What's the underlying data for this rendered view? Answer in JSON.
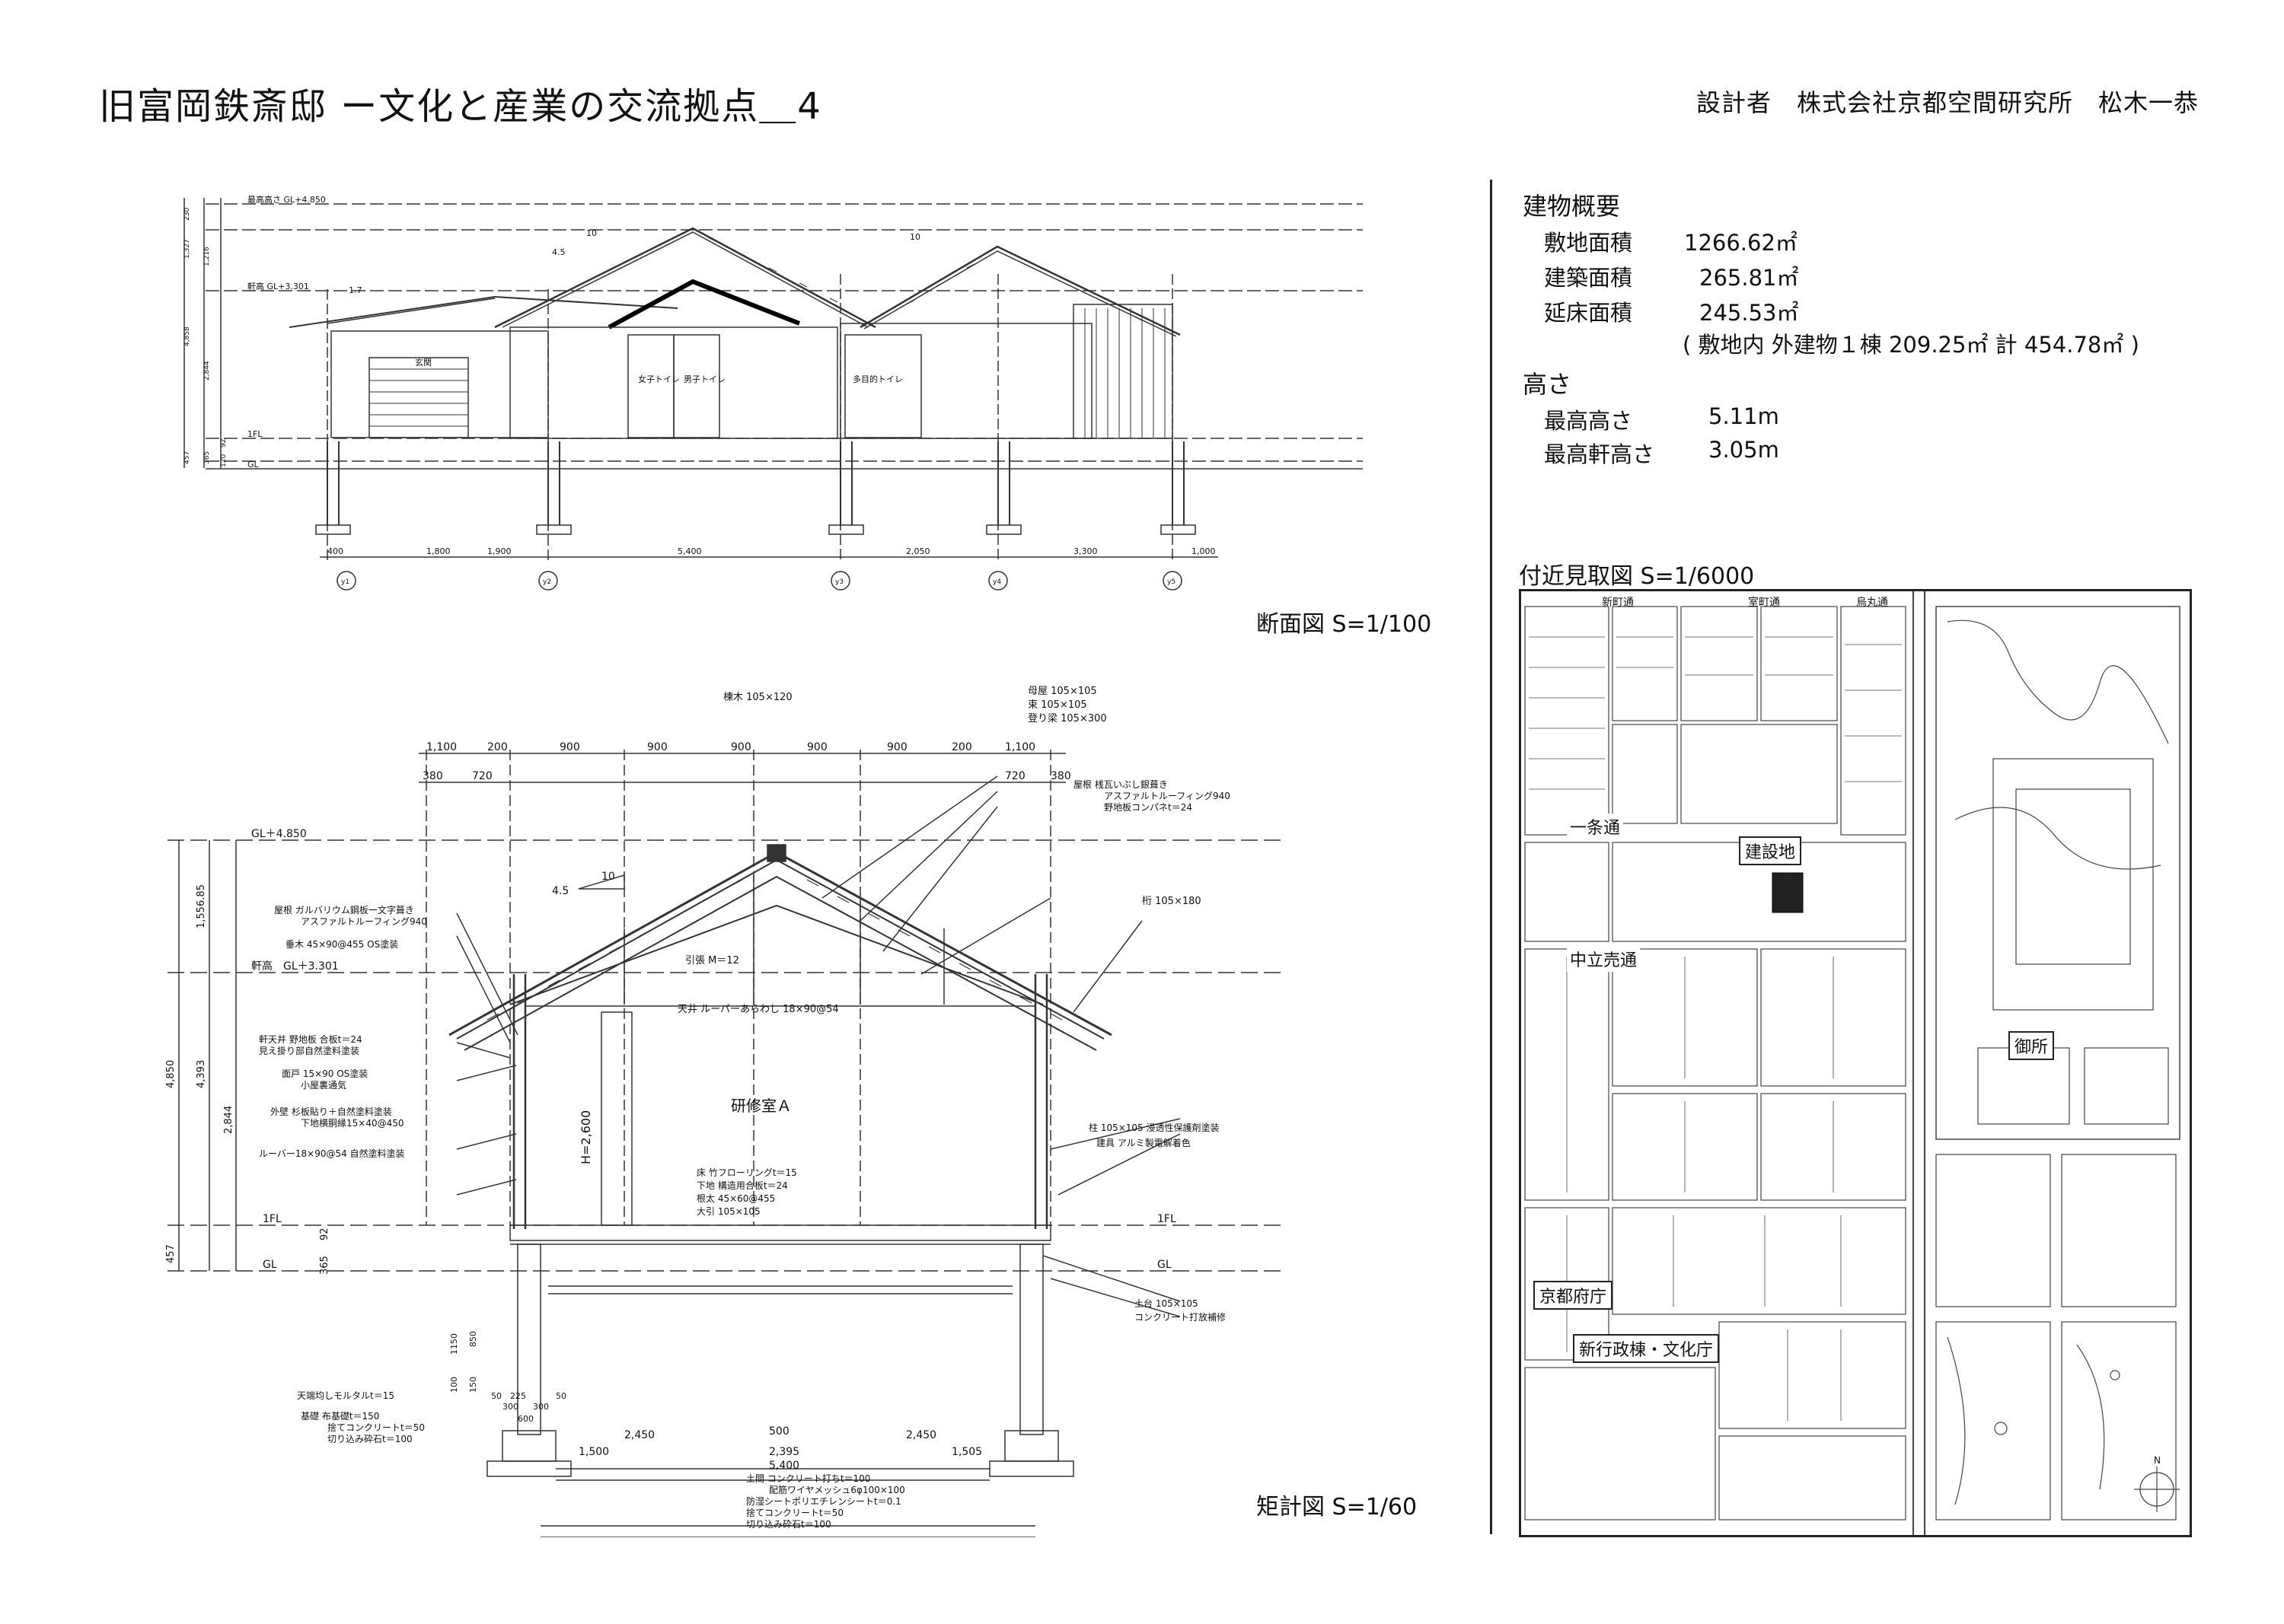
{
  "header": {
    "title": "旧富岡鉄斎邸 ー文化と産業の交流拠点＿4",
    "designer": "設計者　株式会社京都空間研究所　松木一恭"
  },
  "section_drawing": {
    "caption": "断面図  S=1/100",
    "level_labels": [
      "最高高さ GL+4.850",
      "軒高 GL+3.301",
      "1FL",
      "GL"
    ],
    "room_labels": [
      "玄関",
      "女子トイレ",
      "男子トイレ",
      "多目的トイレ"
    ],
    "slopes": [
      "10",
      "4.5",
      "10",
      "1.7"
    ],
    "vertical_dims": [
      "230",
      "1,327",
      "1,216",
      "4,858",
      "2,844",
      "457",
      "92",
      "365",
      "120"
    ],
    "horizontal_dims": [
      "400",
      "1,800",
      "1,900",
      "5,400",
      "2,050",
      "3,300",
      "1,000"
    ],
    "grid_labels": [
      "y1",
      "y2",
      "y3",
      "y4",
      "y5"
    ]
  },
  "detail_drawing": {
    "caption": "矩計図  S=1/60",
    "room_label": "研修室Ａ",
    "top_dims_row1": [
      "1,100",
      "200",
      "900",
      "900",
      "900",
      "900",
      "900",
      "200",
      "1,100"
    ],
    "top_dims_row2_left": [
      "380",
      "720"
    ],
    "top_dims_row2_right": [
      "720",
      "380"
    ],
    "level_labels": [
      "GL＋4.850",
      "軒高　GL＋3.301",
      "1FL",
      "GL"
    ],
    "vertical_dims": [
      "1,556.85",
      "4,850",
      "4,393",
      "2,844",
      "457",
      "92",
      "365"
    ],
    "slope": [
      "10",
      "4.5"
    ],
    "opening_height": "H=2,600",
    "bottom_dims": [
      "2,450",
      "500",
      "2,450",
      "1,500",
      "2,395",
      "1,505",
      "5,400"
    ],
    "footing_dims": [
      "50",
      "225",
      "50",
      "300",
      "300",
      "600",
      "1150",
      "850",
      "150",
      "100"
    ],
    "notes_left": [
      "屋根 ガルバリウム鋼板一文字葺き",
      "アスファルトルーフィング940",
      "垂木 45×90@455 OS塗装",
      "軒天井 野地板 合板t＝24",
      "見え掛り部自然塗料塗装",
      "面戸 15×90 OS塗装",
      "小屋裏通気",
      "外壁 杉板貼り＋自然塗料塗装",
      "下地横胴縁15×40@450",
      "ルーバー18×90@54 自然塗料塗装",
      "天端均しモルタルt＝15",
      "基礎 布基礎t＝150",
      "捨てコンクリートt＝50",
      "切り込み砕石t＝100"
    ],
    "notes_top": [
      "棟木 105×120",
      "母屋 105×105",
      "束 105×105",
      "登り梁 105×300",
      "屋根 桟瓦いぶし銀葺き",
      "アスファルトルーフィング940",
      "野地板コンパネt＝24",
      "桁 105×180"
    ],
    "notes_center": [
      "引張 M＝12",
      "天井 ルーバーあらわし 18×90@54"
    ],
    "notes_floor": [
      "床 竹フローリングt＝15",
      "下地 構造用合板t＝24",
      "根太 45×60@455",
      "大引 105×105"
    ],
    "notes_right": [
      "柱 105×105 浸透性保護剤塗装",
      "建具 アルミ製電解着色",
      "土台 105×105",
      "コンクリート打放補修"
    ],
    "notes_bottom": [
      "土間 コンクリート打ちt＝100",
      "配筋ワイヤメッシュ6φ100×100",
      "防湿シートポリエチレンシートt＝0.1",
      "捨てコンクリートt＝50",
      "切り込み砕石t＝100"
    ]
  },
  "building_info": {
    "heading": "建物概要",
    "rows": [
      {
        "label": "敷地面積",
        "value": "1266.62㎡"
      },
      {
        "label": "建築面積",
        "value": "265.81㎡"
      },
      {
        "label": "延床面積",
        "value": "245.53㎡"
      }
    ],
    "note": "( 敷地内  外建物１棟  209.25㎡  計 454.78㎡ )",
    "height_heading": "高さ",
    "height_rows": [
      {
        "label": "最高高さ",
        "value": "5.11m"
      },
      {
        "label": "最高軒高さ",
        "value": "3.05m"
      }
    ]
  },
  "location_map": {
    "caption": "付近見取図 S=1/6000",
    "streets_top": [
      "新町通",
      "室町通",
      "烏丸通"
    ],
    "labels": [
      "一条通",
      "建設地",
      "中立売通",
      "御所",
      "京都府庁",
      "新行政棟・文化庁"
    ],
    "north": "N"
  }
}
